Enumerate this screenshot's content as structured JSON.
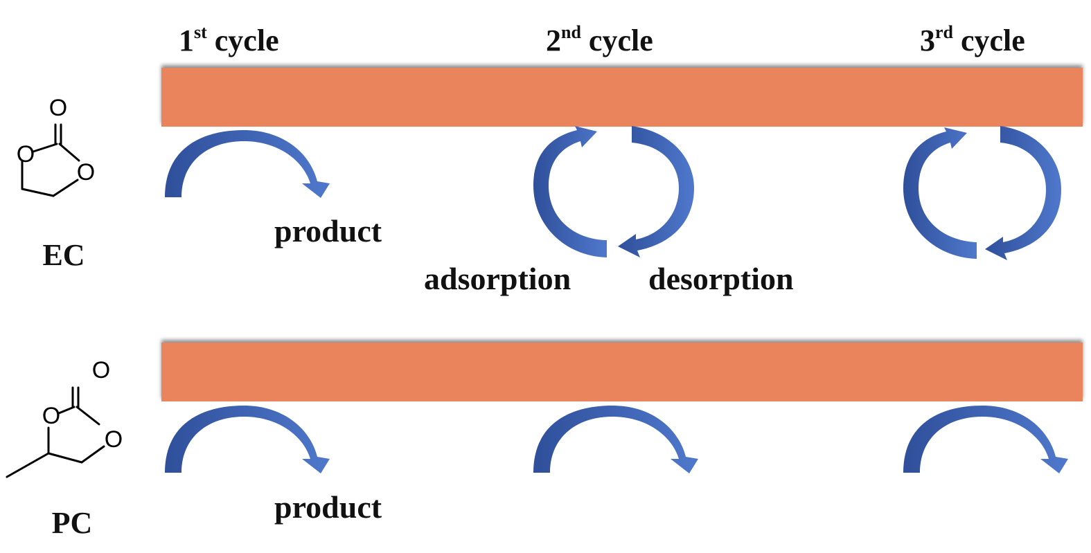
{
  "cycles": [
    {
      "num": "1",
      "sup": "st",
      "word": " cycle"
    },
    {
      "num": "2",
      "sup": "nd",
      "word": " cycle"
    },
    {
      "num": "3",
      "sup": "rd",
      "word": " cycle"
    }
  ],
  "molecules": {
    "ec": {
      "label": "EC",
      "atoms": {
        "o1": "O",
        "o2": "O",
        "o3": "O"
      }
    },
    "pc": {
      "label": "PC",
      "atoms": {
        "o1": "O",
        "o2": "O",
        "o3": "O"
      }
    }
  },
  "labels": {
    "ec_product": "product",
    "adsorption": "adsorption",
    "desorption": "desorption",
    "pc_product": "product"
  },
  "colors": {
    "bar": "#E9845C",
    "arrow_light": "#4B72C4",
    "arrow_dark": "#2F4F9A",
    "text": "#111111"
  }
}
